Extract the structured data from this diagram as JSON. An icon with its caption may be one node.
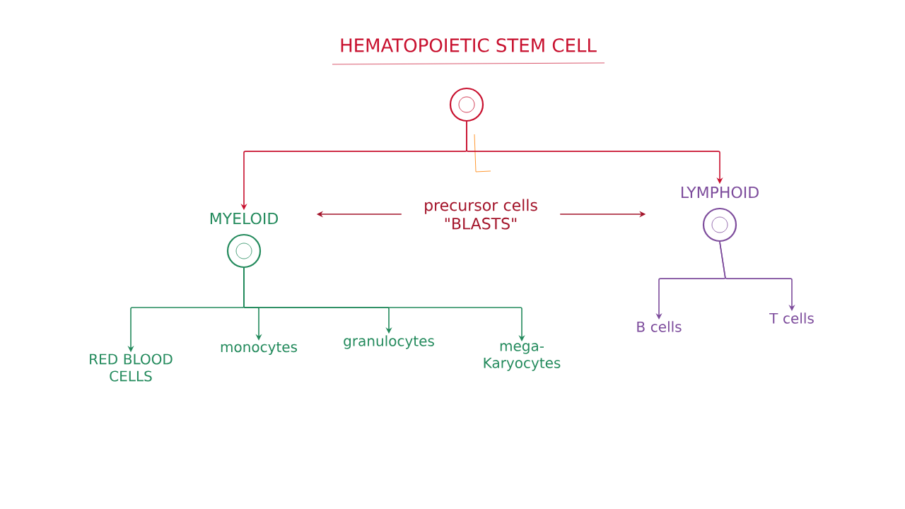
{
  "diagram": {
    "title": "HEMATOPOIETIC STEM CELL",
    "nodes": [
      {
        "text": [],
        "shape": "circle"
      },
      {
        "text": [
          "MYELOID"
        ]
      },
      {
        "text": [
          "precursor cells",
          "\"BLASTS\""
        ]
      },
      {
        "text": [
          "LYMPHOID"
        ]
      },
      {
        "text": [
          "RED BLOOD CELLS"
        ]
      },
      {
        "text": [
          "monocytes"
        ]
      },
      {
        "text": [
          "granulocytes"
        ]
      },
      {
        "text": [
          "mega- Karyocytes"
        ]
      },
      {
        "text": [
          "B cells"
        ]
      },
      {
        "text": [
          "T cells"
        ]
      }
    ],
    "edges": [
      {
        "from": 0,
        "to": 1,
        "arrow": "to",
        "color": "#c8102e"
      },
      {
        "from": 0,
        "to": 3,
        "arrow": "to",
        "color": "#c8102e"
      },
      {
        "from": 2,
        "to": 1,
        "arrow": "to",
        "color": "#a3142a"
      },
      {
        "from": 2,
        "to": 3,
        "arrow": "to",
        "color": "#a3142a"
      },
      {
        "from": 1,
        "to": 4,
        "arrow": "to",
        "color": "#238a5c"
      },
      {
        "from": 1,
        "to": 5,
        "arrow": "to",
        "color": "#238a5c"
      },
      {
        "from": 1,
        "to": 6,
        "arrow": "to",
        "color": "#238a5c"
      },
      {
        "from": 1,
        "to": 7,
        "arrow": "to",
        "color": "#238a5c"
      },
      {
        "from": 3,
        "to": 8,
        "arrow": "to",
        "color": "#7d4c9c"
      },
      {
        "from": 3,
        "to": 9,
        "arrow": "to",
        "color": "#7d4c9c"
      }
    ]
  }
}
